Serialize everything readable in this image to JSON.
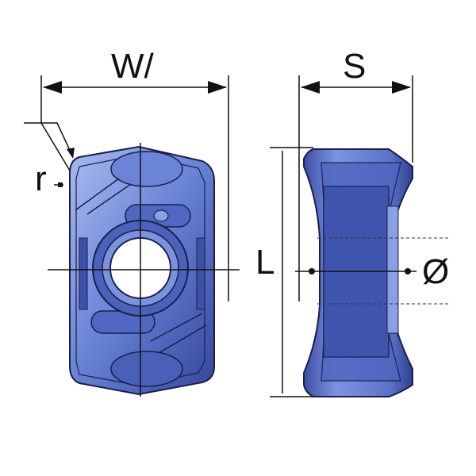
{
  "labels": {
    "width": "W/",
    "thickness": "S",
    "radius": "r",
    "length": "L",
    "diameter": "Ø"
  },
  "colors": {
    "insert_light": "#9fb3e8",
    "insert_mid": "#5f79cf",
    "insert_dark": "#2f3f8f",
    "line": "#111111"
  }
}
